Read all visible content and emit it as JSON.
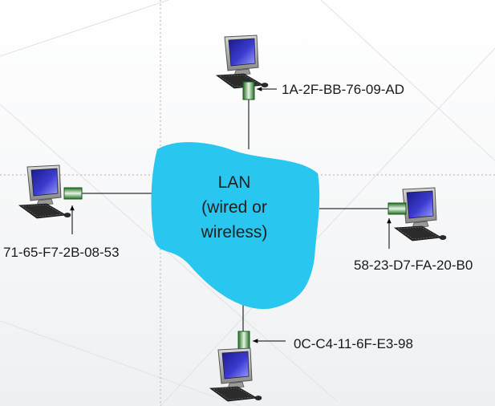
{
  "lan": {
    "lines": [
      "LAN",
      "(wired or",
      "wireless)"
    ],
    "fill_color": "#29c6ef"
  },
  "adapter_color": "#2e8b2e",
  "hosts": [
    {
      "id": "top",
      "mac": "1A-2F-BB-76-09-AD"
    },
    {
      "id": "left",
      "mac": "71-65-F7-2B-08-53"
    },
    {
      "id": "right",
      "mac": "58-23-D7-FA-20-B0"
    },
    {
      "id": "bottom",
      "mac": "0C-C4-11-6F-E3-98"
    }
  ]
}
